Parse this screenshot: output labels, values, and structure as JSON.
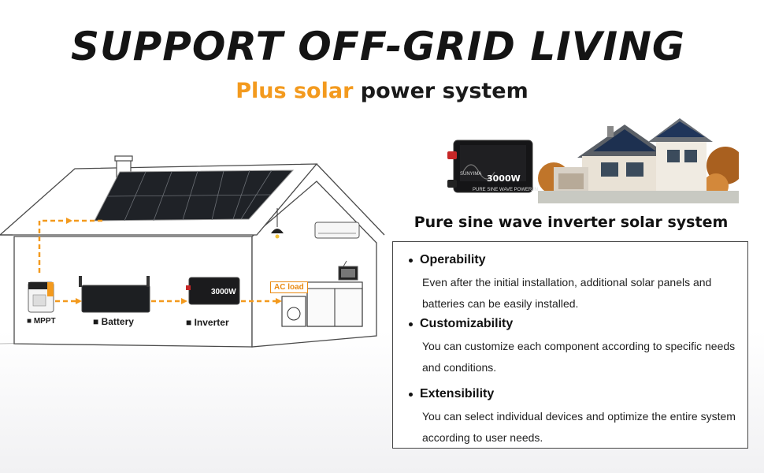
{
  "header": {
    "title": "SUPPORT OFF-GRID LIVING",
    "subtitle_highlight": "Plus solar",
    "subtitle_rest": "power system"
  },
  "diagram": {
    "labels": {
      "mppt": "MPPT",
      "battery": "Battery",
      "inverter": "Inverter",
      "ac_load": "AC load"
    },
    "inverter_power": "3000W",
    "flow_color": "#f39a1e"
  },
  "product": {
    "brand": "SUNYIMA",
    "power": "3000W",
    "model_line": "PURE SINE WAVE POWER INVERTER",
    "caption": "Pure sine wave inverter solar system"
  },
  "features": [
    {
      "title": "Operability",
      "description": "Even after the initial installation, additional solar panels and batteries can be easily installed."
    },
    {
      "title": "Customizability",
      "description": "You can customize each component according to specific needs and conditions."
    },
    {
      "title": "Extensibility",
      "description": "You can select individual devices and optimize the entire system according to user needs."
    }
  ],
  "colors": {
    "accent": "#f39a1e",
    "dark": "#141414"
  }
}
